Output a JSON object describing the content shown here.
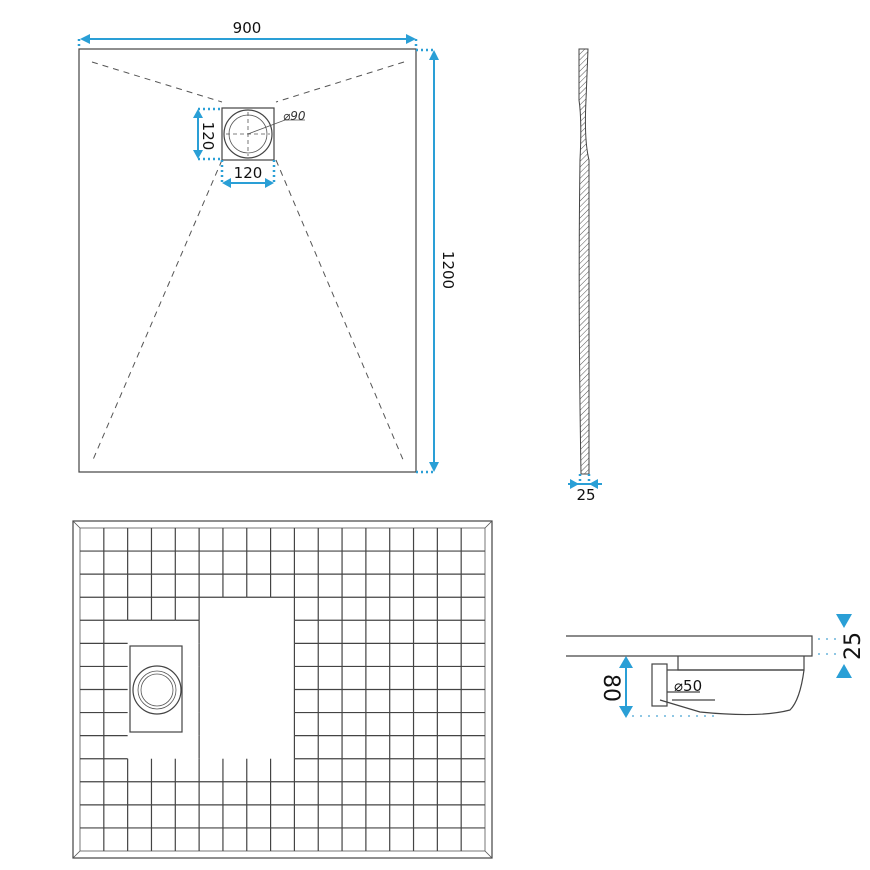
{
  "top_view": {
    "width_label": "900",
    "length_label": "1200",
    "drain_height_label": "120",
    "drain_width_label": "120",
    "drain_diameter_label": "⌀90"
  },
  "side_view": {
    "thickness_label": "25"
  },
  "section_view": {
    "thickness_label": "25",
    "drain_depth_label": "80",
    "pipe_diameter_label": "⌀50"
  },
  "colors": {
    "dimension": "#2a9fd6",
    "line": "#444444"
  }
}
